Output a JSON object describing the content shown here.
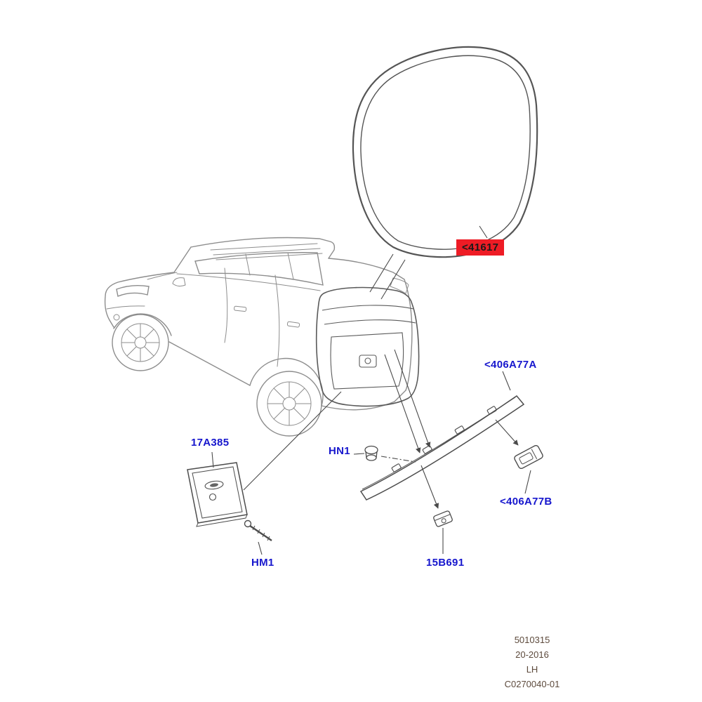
{
  "diagram": {
    "part_labels": {
      "seal": "<41617",
      "trim_strip": "<406A77A",
      "plate_plinth": "17A385",
      "nut": "HN1",
      "bracket": "<406A77B",
      "screw": "HM1",
      "clip": "15B691"
    },
    "footer": {
      "lines": [
        "5010315",
        "20-2016",
        "LH",
        "C0270040-01"
      ]
    },
    "colors": {
      "label_blue": "#1616cd",
      "highlight_red": "#ee1c25",
      "highlight_text": "#1a1a1a",
      "footer_text": "#5d4a3c",
      "line": "#4a4a4a"
    }
  }
}
